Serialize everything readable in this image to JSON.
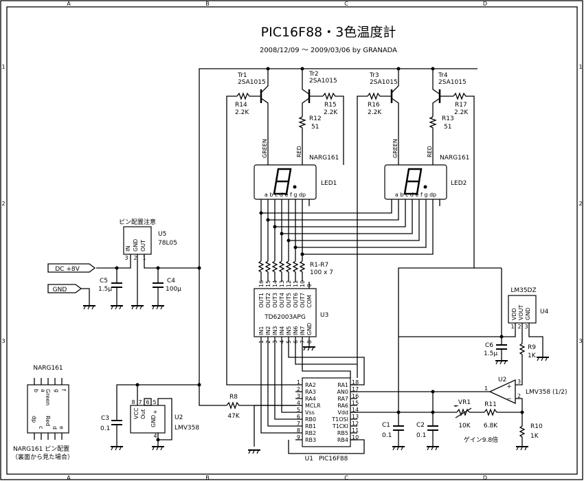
{
  "frame": {
    "columns": [
      "A",
      "B",
      "C",
      "D"
    ],
    "rows": [
      "1",
      "2",
      "3"
    ]
  },
  "title": {
    "main": "PIC16F88・3色温度計",
    "sub": "2008/12/09 〜 2009/03/06 by GRANADA"
  },
  "transistors": [
    {
      "ref": "Tr1",
      "part": "2SA1015"
    },
    {
      "ref": "Tr2",
      "part": "2SA1015"
    },
    {
      "ref": "Tr3",
      "part": "2SA1015"
    },
    {
      "ref": "Tr4",
      "part": "2SA1015"
    }
  ],
  "resistors": {
    "r14": {
      "ref": "R14",
      "value": "2.2K"
    },
    "r15": {
      "ref": "R15",
      "value": "2.2K"
    },
    "r16": {
      "ref": "R16",
      "value": "2.2K"
    },
    "r17": {
      "ref": "R17",
      "value": "2.2K"
    },
    "r12": {
      "ref": "R12",
      "value": "51"
    },
    "r13": {
      "ref": "R13",
      "value": "51"
    },
    "r1r7": {
      "ref": "R1-R7",
      "value": "100 x 7"
    },
    "r8": {
      "ref": "R8",
      "value": "47K"
    },
    "r9": {
      "ref": "R9",
      "value": "1K"
    },
    "r10": {
      "ref": "R10",
      "value": "1K"
    },
    "r11": {
      "ref": "R11",
      "value": "6.8K"
    },
    "vr1": {
      "ref": "VR1",
      "value": "10K"
    }
  },
  "leds": [
    {
      "ref": "LED1",
      "part": "NARG161",
      "green": "GREEN",
      "red": "RED",
      "pins": "a b c d e f g dp"
    },
    {
      "ref": "LED2",
      "part": "NARG161",
      "green": "GREEN",
      "red": "RED",
      "pins": "a b c d e f g dp"
    }
  ],
  "regulator": {
    "note": "ピン配置注意",
    "ref": "U5",
    "part": "78L05",
    "pins": [
      "IN",
      "GND",
      "OUT"
    ],
    "pin_numbers": [
      "3",
      "2",
      "1"
    ]
  },
  "ports": {
    "dc": "DC +8V",
    "gnd": "GND"
  },
  "capacitors": {
    "c1": {
      "ref": "C1",
      "value": "0.1"
    },
    "c2": {
      "ref": "C2",
      "value": "0.1"
    },
    "c3": {
      "ref": "C3",
      "value": "0.1"
    },
    "c4": {
      "ref": "C4",
      "value": "100μ"
    },
    "c5": {
      "ref": "C5",
      "value": "1.5μ"
    },
    "c6": {
      "ref": "C6",
      "value": "1.5μ"
    }
  },
  "driver": {
    "ref": "U3",
    "part": "TD62003APG",
    "out_pins": [
      "OUT1",
      "OUT2",
      "OUT3",
      "OUT4",
      "OUT5",
      "OUT6",
      "OUT7",
      "COM"
    ],
    "out_nums": [
      "16",
      "15",
      "14",
      "13",
      "12",
      "11",
      "10",
      "9"
    ],
    "in_pins": [
      "IN1",
      "IN2",
      "IN3",
      "IN4",
      "IN5",
      "IN6",
      "IN7",
      "GND"
    ],
    "in_nums": [
      "1",
      "2",
      "3",
      "4",
      "5",
      "6",
      "7",
      "8"
    ]
  },
  "mcu": {
    "ref": "U1",
    "part": "PIC16F88",
    "left": [
      {
        "num": "1",
        "name": "RA2"
      },
      {
        "num": "2",
        "name": "RA3"
      },
      {
        "num": "3",
        "name": "RA4"
      },
      {
        "num": "4",
        "name": "MCLR"
      },
      {
        "num": "5",
        "name": "Vss"
      },
      {
        "num": "6",
        "name": "RB0"
      },
      {
        "num": "7",
        "name": "RB1"
      },
      {
        "num": "8",
        "name": "RB2"
      },
      {
        "num": "9",
        "name": "RB3"
      }
    ],
    "right": [
      {
        "num": "18",
        "name": "RA1"
      },
      {
        "num": "17",
        "name": "AN0"
      },
      {
        "num": "16",
        "name": "RA7"
      },
      {
        "num": "15",
        "name": "RA6"
      },
      {
        "num": "14",
        "name": "Vdd"
      },
      {
        "num": "13",
        "name": "T1OSI"
      },
      {
        "num": "12",
        "name": "T1CKI"
      },
      {
        "num": "11",
        "name": "RB5"
      },
      {
        "num": "10",
        "name": "RB4"
      }
    ]
  },
  "sensor": {
    "ref": "U4",
    "part": "LM35DZ",
    "pins": [
      "VDD",
      "VOUT",
      "GND"
    ],
    "pin_numbers": [
      "1",
      "2",
      "3"
    ]
  },
  "opamp": {
    "ref": "U2",
    "part": "LMV358 (1/2)",
    "pin_out": "1",
    "pin_plus": "3",
    "pin_minus": "2",
    "plus": "+",
    "minus": "−",
    "gain_note": "ゲイン9.8倍"
  },
  "opamp_pkg": {
    "ref": "U2",
    "part": "LMV358",
    "labels": [
      "VCC",
      "Out",
      "+",
      "GND"
    ],
    "pin_numbers": [
      "8",
      "7",
      "6",
      "5",
      "4"
    ]
  },
  "narg_pinout": {
    "title": "NARG161",
    "top_pins": [
      "b",
      "a",
      "Green",
      "g",
      "f"
    ],
    "bottom_pins": [
      "dp",
      "c",
      "Red",
      "d",
      "e"
    ],
    "caption1": "NARG161 ピン配置",
    "caption2": "（裏面から見た場合）"
  }
}
